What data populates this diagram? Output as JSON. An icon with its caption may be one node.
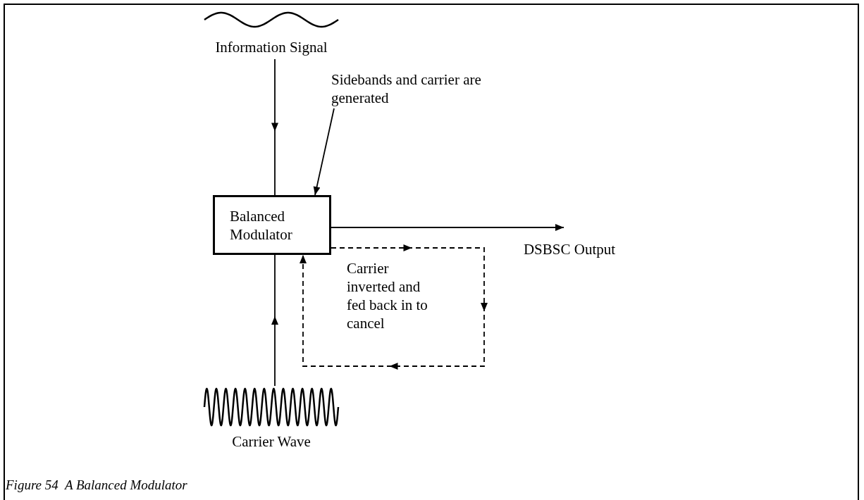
{
  "diagram": {
    "caption": "Figure 54  A Balanced Modulator",
    "nodes": [
      {
        "text": [
          "Information Signal"
        ]
      },
      {
        "text": [
          "Balanced Modulator"
        ]
      },
      {
        "text": [
          "Sidebands and carrier are generated"
        ]
      },
      {
        "text": [
          "DSBSC Output"
        ]
      },
      {
        "text": [
          "Carrier Wave"
        ]
      }
    ],
    "edges": [
      {
        "from": 0,
        "to": 1,
        "arrow": "to"
      },
      {
        "from": 2,
        "to": 1,
        "arrow": "to"
      },
      {
        "from": 1,
        "to": 3,
        "arrow": "to"
      },
      {
        "from": 1,
        "to": 1,
        "arrow": "to",
        "style": "dashed"
      },
      {
        "from": 4,
        "to": 1,
        "arrow": "to"
      }
    ],
    "labels": [
      "Carrier inverted and fed back in to cancel"
    ]
  }
}
